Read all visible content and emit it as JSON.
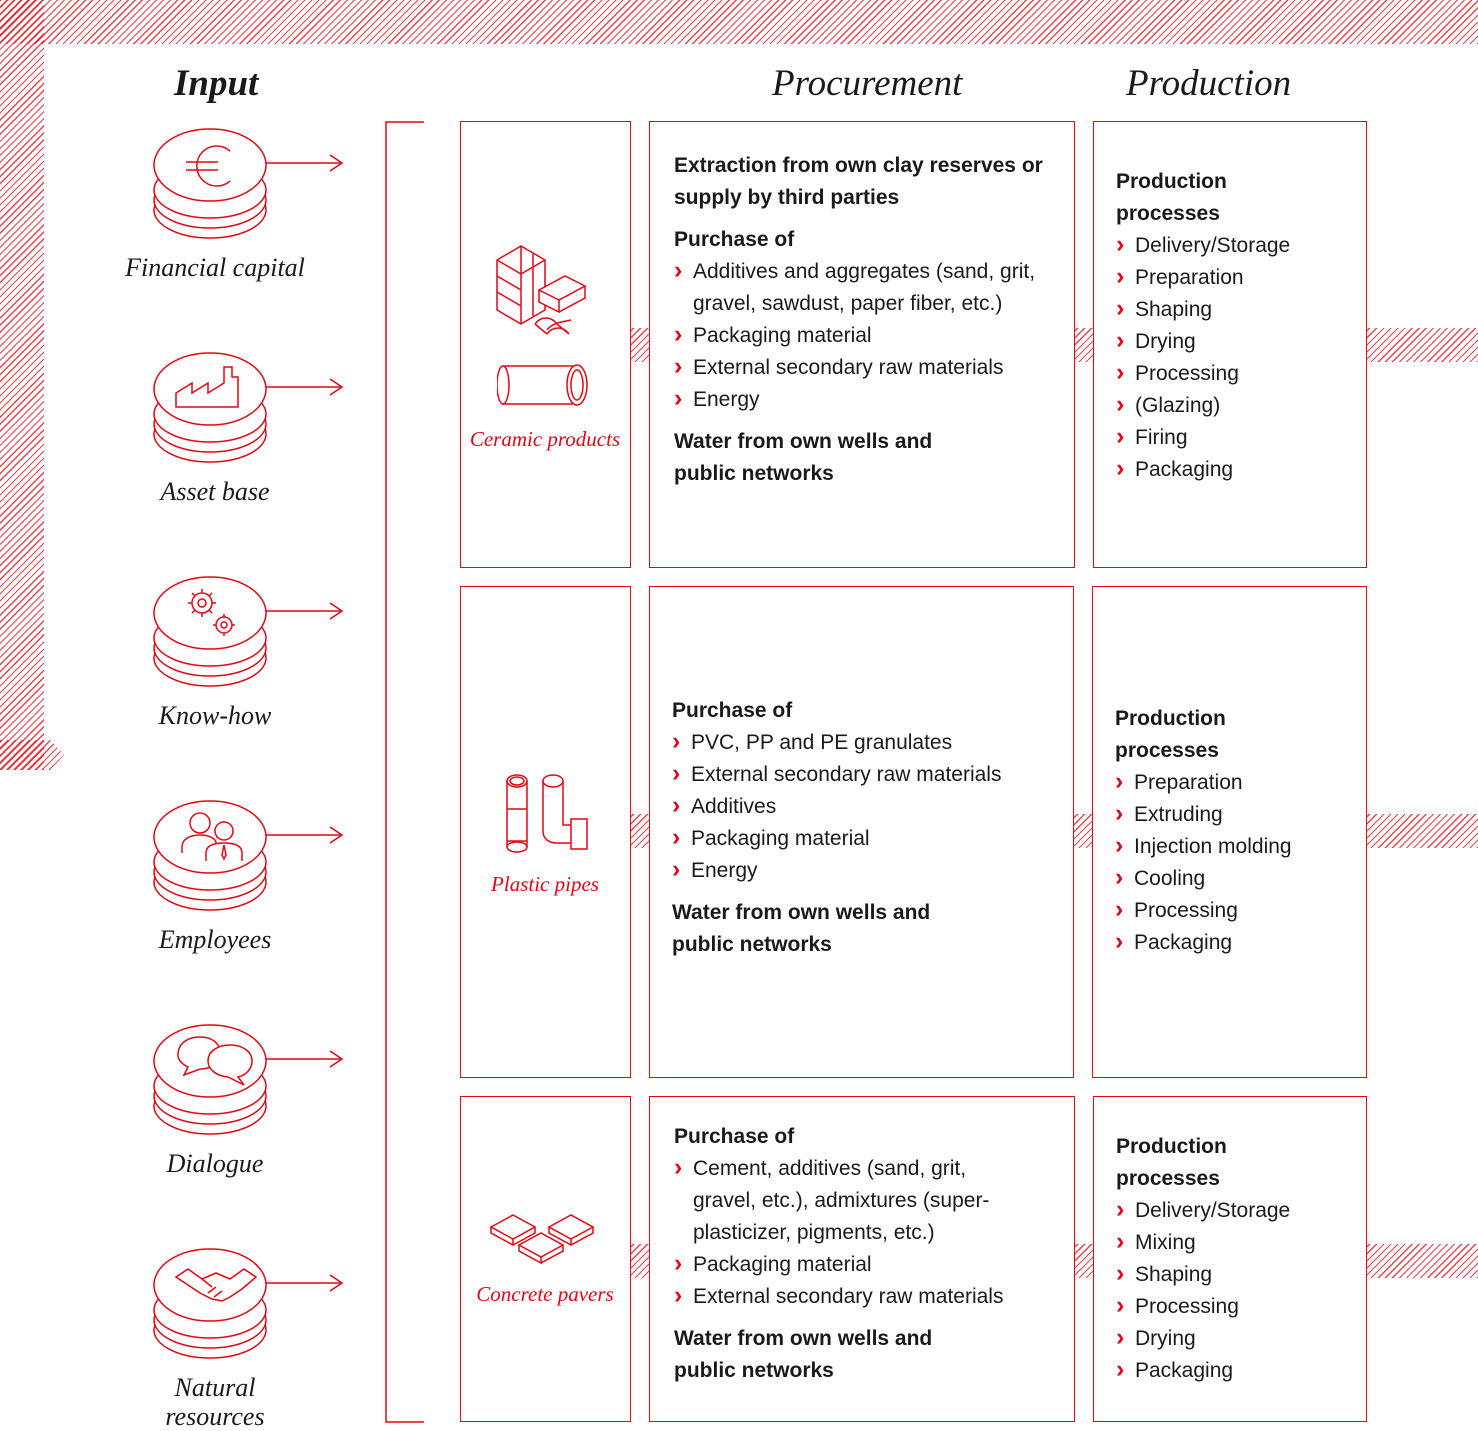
{
  "headings": {
    "input": "Input",
    "procurement": "Procurement",
    "production": "Production"
  },
  "capitals": [
    {
      "label": "Financial capital",
      "icon": "euro-icon"
    },
    {
      "label": "Asset base",
      "icon": "factory-icon"
    },
    {
      "label": "Know-how",
      "icon": "gears-icon"
    },
    {
      "label": "Employees",
      "icon": "people-icon"
    },
    {
      "label": "Dialogue",
      "icon": "speech-bubbles-icon"
    },
    {
      "label": "Natural resources",
      "icon": "handshake-icon"
    }
  ],
  "rows": [
    {
      "product": {
        "label": "Ceramic products",
        "icons": [
          "bricks-icon",
          "ceramic-pipe-icon"
        ]
      },
      "procurement": [
        {
          "type": "heading",
          "text": "Extraction from own clay reserves or supply by third parties"
        },
        {
          "type": "heading",
          "text": "Purchase of"
        },
        {
          "type": "item",
          "text": "Additives and aggregates (sand, grit, gravel, sawdust, paper fiber, etc.)"
        },
        {
          "type": "item",
          "text": "Packaging material"
        },
        {
          "type": "item",
          "text": "External secondary raw materials"
        },
        {
          "type": "item",
          "text": "Energy"
        },
        {
          "type": "heading",
          "text": "Water from own wells and public networks"
        }
      ],
      "production_title": "Production processes",
      "production": [
        "Delivery/Storage",
        "Preparation",
        "Shaping",
        "Drying",
        "Processing",
        "(Glazing)",
        "Firing",
        "Packaging"
      ]
    },
    {
      "product": {
        "label": "Plastic pipes",
        "icons": [
          "plastic-pipes-icon"
        ]
      },
      "procurement": [
        {
          "type": "heading",
          "text": "Purchase of"
        },
        {
          "type": "item",
          "text": "PVC, PP and PE granulates"
        },
        {
          "type": "item",
          "text": "External secondary raw materials"
        },
        {
          "type": "item",
          "text": "Additives"
        },
        {
          "type": "item",
          "text": "Packaging material"
        },
        {
          "type": "item",
          "text": "Energy"
        },
        {
          "type": "heading",
          "text": "Water from own wells and public networks"
        }
      ],
      "production_title": "Production processes",
      "production": [
        "Preparation",
        "Extruding",
        "Injection molding",
        "Cooling",
        "Processing",
        "Packaging"
      ]
    },
    {
      "product": {
        "label": "Concrete pavers",
        "icons": [
          "pavers-icon"
        ]
      },
      "procurement": [
        {
          "type": "heading",
          "text": "Purchase of"
        },
        {
          "type": "item",
          "text": "Cement, additives (sand, grit, gravel, etc.), admixtures (super-plasticizer, pigments, etc.)"
        },
        {
          "type": "item",
          "text": "Packaging material"
        },
        {
          "type": "item",
          "text": "External secondary raw materials"
        },
        {
          "type": "heading",
          "text": "Water from own wells and public networks"
        }
      ],
      "production_title": "Production processes",
      "production": [
        "Delivery/Storage",
        "Mixing",
        "Shaping",
        "Processing",
        "Drying",
        "Packaging"
      ]
    }
  ],
  "colors": {
    "accent": "#e30613",
    "text": "#1a1a1a"
  }
}
